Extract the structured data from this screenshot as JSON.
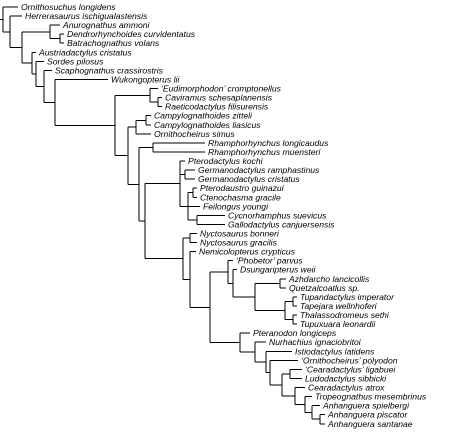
{
  "figure": {
    "taxa": [
      "Ornithosuchus longidens",
      "Herrerasaurus ischigualastensis",
      "Anurognathus ammoni",
      "Dendrorhynchoides curvidentatus",
      "Batrachognathus volans",
      "Austriadactylus cristatus",
      "Sordes pilosus",
      "Scaphognathus crassirostris",
      "Wukongopterus lii",
      "‘Eudimorphodon’ cromptonellus",
      "Caviramus schesaplanensis",
      "Raeticodactylus filisurensis",
      "Campylognathoides zitteli",
      "Campylognathoides liasicus",
      "Ornithocheirus simus",
      "Rhamphorhynchus longicaudus",
      "Rhamphorhynchus muensteri",
      "Pterodactylus kochi",
      "Germanodactylus ramphastinus",
      "Germanodactylus cristatus",
      "Pterodaustro guinazui",
      "Ctenochasma gracile",
      "Feilongus youngi",
      "Cycnorhamphus suevicus",
      "Gallodactylus canjuersensis",
      "Nyctosaurus bonneri",
      "Nyctosaurus gracilis",
      "Nemicolopterus crypticus",
      "‘Phobetor’ parvus",
      "Dsungaripterus weii",
      "Azhdarcho lancicollis",
      "Quetzalcoatlus sp.",
      "Tupandactylus imperator",
      "Tapejara wellnhoferi",
      "Thalassodromeus sethi",
      "Tupuxuara leonardii",
      "Pteranodon longiceps",
      "Nurhachius ignaciobritoi",
      "Istiodactylus latidens",
      "‘Ornithocheirus’ polyodon",
      "‘Cearadactylus’ ligabuei",
      "Ludodactylus sibbicki",
      "Cearadactylus atrox",
      "Tropeognathus mesembrinus",
      "Anhanguera spielbergi",
      "Anhanguera piscator",
      "Anhanguera santanae"
    ]
  }
}
